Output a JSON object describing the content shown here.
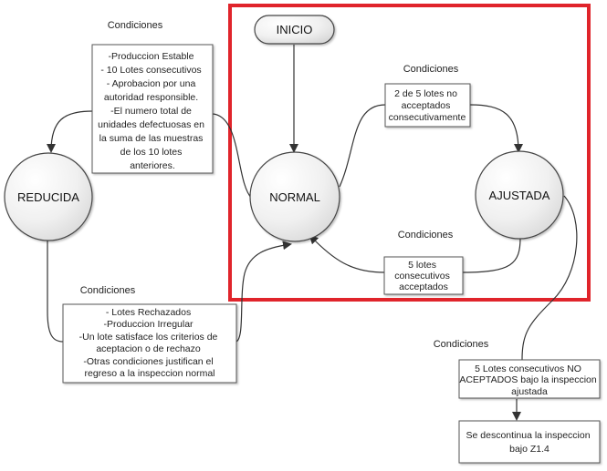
{
  "states": {
    "inicio": "INICIO",
    "normal": "NORMAL",
    "reducida": "REDUCIDA",
    "ajustada": "AJUSTADA"
  },
  "conditions_label": "Condiciones",
  "boxes": {
    "to_reducida": [
      "-Produccion Estable",
      "- 10 Lotes consecutivos",
      "- Aprobacion por una",
      "autoridad responsible.",
      "-El numero total de",
      "unidades defectuosas en",
      "la suma de las muestras",
      "de los 10 lotes",
      "anteriores."
    ],
    "to_ajustada": [
      "2 de 5 lotes no",
      "acceptados",
      "consecutivamente"
    ],
    "to_normal_from_ajustada": [
      "5 lotes",
      "consecutivos",
      "acceptados"
    ],
    "to_normal_from_reducida": [
      "- Lotes Rechazados",
      "-Produccion Irregular",
      "-Un lote satisface los criterios de",
      "aceptacion o de rechazo",
      "-Otras condiciones justifican el",
      "regreso a la inspeccion normal"
    ],
    "ajustada_exit": [
      "5 Lotes consecutivos NO",
      "ACEPTADOS bajo la inspeccion",
      "ajustada"
    ],
    "discontinue": [
      "Se descontinua la inspeccion",
      "bajo Z1.4"
    ]
  },
  "colors": {
    "highlight": "#e0242b",
    "line": "#333333",
    "box_border": "#555555"
  }
}
